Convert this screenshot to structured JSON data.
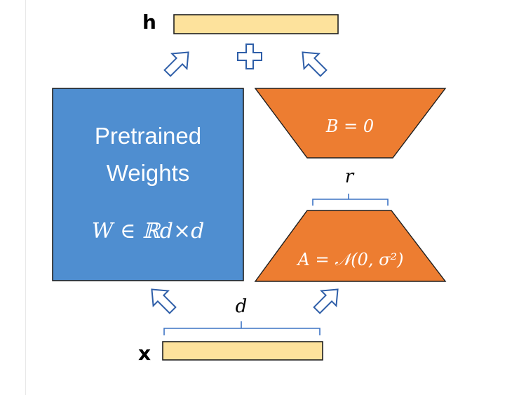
{
  "labels": {
    "output": "h",
    "input": "x",
    "pretrained_line1": "Pretrained",
    "pretrained_line2": "Weights",
    "pretrained_formula": "W ∈ ℝd×d",
    "b_formula": "B = 0",
    "a_formula": "A = 𝒩(0, σ²)",
    "rank": "r",
    "dim": "d"
  },
  "colors": {
    "pretrained_fill": "#4f8ed0",
    "pretrained_stroke": "#1f1f1f",
    "lora_fill": "#ed7d31",
    "vector_fill": "#fde29c",
    "arrow_stroke": "#2e5ea8",
    "brace_stroke": "#3c73c4"
  },
  "icons": [
    "plus-icon",
    "arrow-up-right-icon",
    "arrow-up-left-icon"
  ]
}
